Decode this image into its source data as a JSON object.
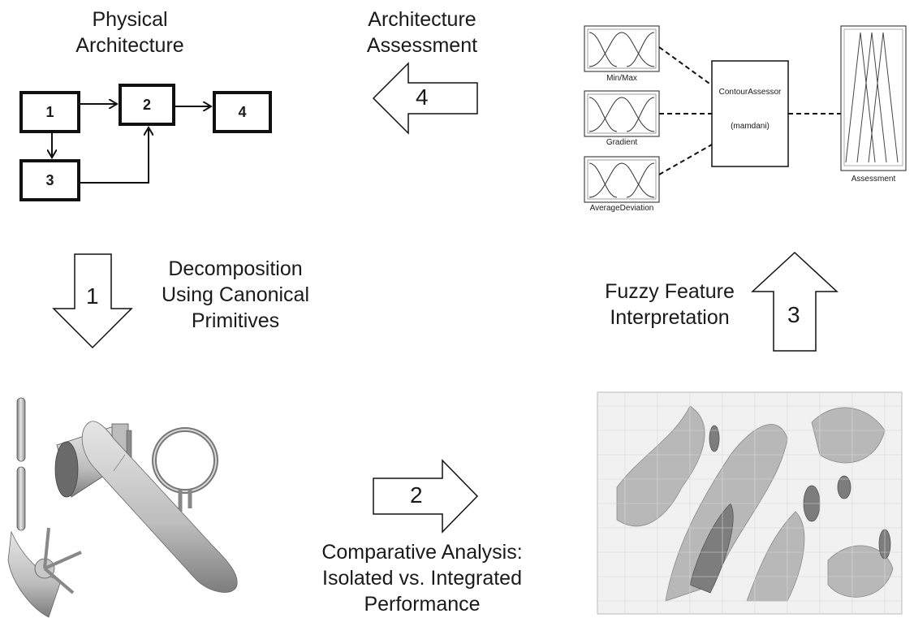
{
  "labels": {
    "physical": "Physical\nArchitecture",
    "assessment": "Architecture\nAssessment",
    "decomposition": "Decomposition\nUsing Canonical\nPrimitives",
    "fuzzy": "Fuzzy Feature\nInterpretation",
    "comparative": "Comparative Analysis:\nIsolated vs. Integrated\nPerformance"
  },
  "architecture_blocks": [
    "1",
    "2",
    "3",
    "4"
  ],
  "step_arrows": [
    "1",
    "2",
    "3",
    "4"
  ],
  "fuzzy_system": {
    "inputs": [
      "Min/Max",
      "Gradient",
      "AverageDeviation"
    ],
    "engine": "ContourAssessor",
    "engine_type": "(mamdani)",
    "output": "Assessment"
  }
}
